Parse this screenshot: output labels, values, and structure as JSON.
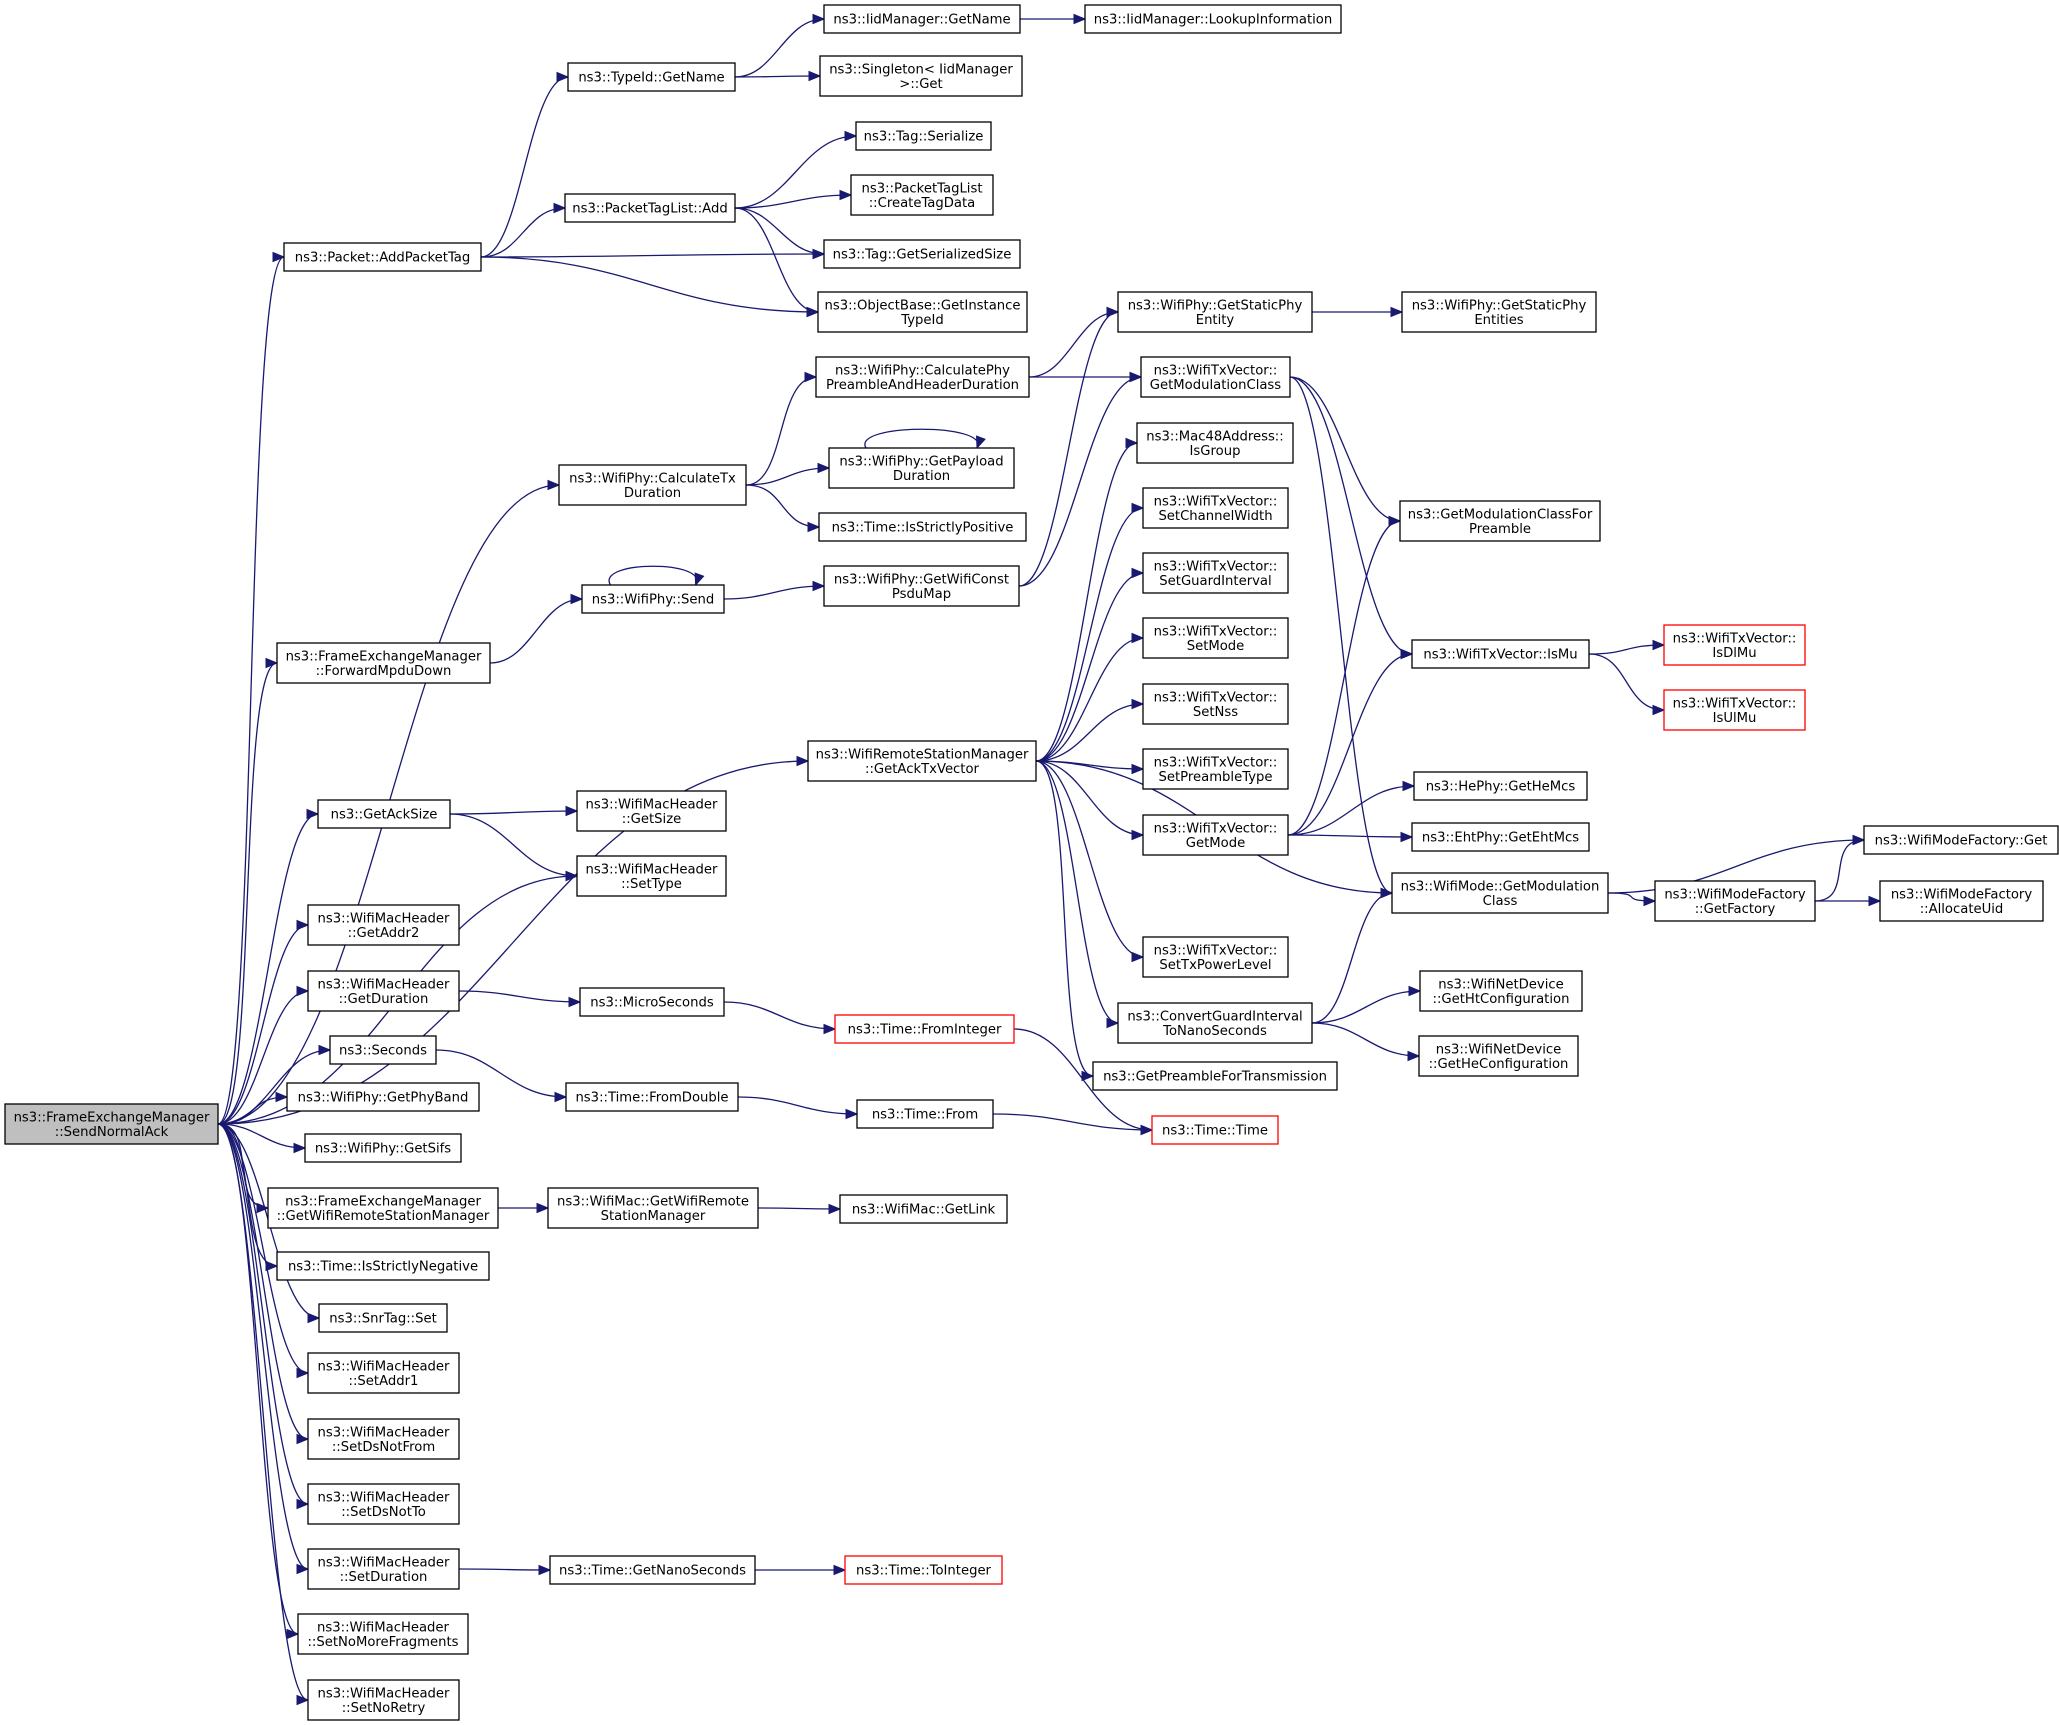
{
  "colors": {
    "edge": "#191970",
    "root_fill": "#bfbfbf",
    "red_border": "#ff0000"
  },
  "nodes": [
    {
      "id": "root",
      "lines": [
        "ns3::FrameExchangeManager",
        "::SendNormalAck"
      ],
      "style": "root"
    },
    {
      "id": "addPacketTag",
      "lines": [
        "ns3::Packet::AddPacketTag"
      ]
    },
    {
      "id": "typeIdGetName",
      "lines": [
        "ns3::TypeId::GetName"
      ]
    },
    {
      "id": "iidGetName",
      "lines": [
        "ns3::IidManager::GetName"
      ]
    },
    {
      "id": "iidLookup",
      "lines": [
        "ns3::IidManager::LookupInformation"
      ]
    },
    {
      "id": "singletonGet",
      "lines": [
        "ns3::Singleton< IidManager",
        ">::Get"
      ]
    },
    {
      "id": "tagSerialize",
      "lines": [
        "ns3::Tag::Serialize"
      ]
    },
    {
      "id": "packetTagListAdd",
      "lines": [
        "ns3::PacketTagList::Add"
      ]
    },
    {
      "id": "createTagData",
      "lines": [
        "ns3::PacketTagList",
        "::CreateTagData"
      ]
    },
    {
      "id": "tagGetSerializedSize",
      "lines": [
        "ns3::Tag::GetSerializedSize"
      ]
    },
    {
      "id": "objectBaseGetInstance",
      "lines": [
        "ns3::ObjectBase::GetInstance",
        "TypeId"
      ]
    },
    {
      "id": "getStaticPhyEntity",
      "lines": [
        "ns3::WifiPhy::GetStaticPhy",
        "Entity"
      ]
    },
    {
      "id": "getStaticPhyEntities",
      "lines": [
        "ns3::WifiPhy::GetStaticPhy",
        "Entities"
      ]
    },
    {
      "id": "calcPhyPreamble",
      "lines": [
        "ns3::WifiPhy::CalculatePhy",
        "PreambleAndHeaderDuration"
      ]
    },
    {
      "id": "txVecGetModClass",
      "lines": [
        "ns3::WifiTxVector::",
        "GetModulationClass"
      ]
    },
    {
      "id": "getPayloadDuration",
      "lines": [
        "ns3::WifiPhy::GetPayload",
        "Duration"
      ]
    },
    {
      "id": "mac48IsGroup",
      "lines": [
        "ns3::Mac48Address::",
        "IsGroup"
      ]
    },
    {
      "id": "calcTxDuration",
      "lines": [
        "ns3::WifiPhy::CalculateTx",
        "Duration"
      ]
    },
    {
      "id": "timeIsStrictlyPositive",
      "lines": [
        "ns3::Time::IsStrictlyPositive"
      ]
    },
    {
      "id": "setChannelWidth",
      "lines": [
        "ns3::WifiTxVector::",
        "SetChannelWidth"
      ]
    },
    {
      "id": "getModClassForPreamble",
      "lines": [
        "ns3::GetModulationClassFor",
        "Preamble"
      ]
    },
    {
      "id": "wifiPhySend",
      "lines": [
        "ns3::WifiPhy::Send"
      ]
    },
    {
      "id": "getWifiConstPsduMap",
      "lines": [
        "ns3::WifiPhy::GetWifiConst",
        "PsduMap"
      ]
    },
    {
      "id": "setGuardInterval",
      "lines": [
        "ns3::WifiTxVector::",
        "SetGuardInterval"
      ]
    },
    {
      "id": "forwardMpduDown",
      "lines": [
        "ns3::FrameExchangeManager",
        "::ForwardMpduDown"
      ]
    },
    {
      "id": "setMode",
      "lines": [
        "ns3::WifiTxVector::",
        "SetMode"
      ]
    },
    {
      "id": "isMu",
      "lines": [
        "ns3::WifiTxVector::IsMu"
      ]
    },
    {
      "id": "isDlMu",
      "lines": [
        "ns3::WifiTxVector::",
        "IsDlMu"
      ],
      "style": "red"
    },
    {
      "id": "setNss",
      "lines": [
        "ns3::WifiTxVector::",
        "SetNss"
      ]
    },
    {
      "id": "isUlMu",
      "lines": [
        "ns3::WifiTxVector::",
        "IsUlMu"
      ],
      "style": "red"
    },
    {
      "id": "getAckTxVector",
      "lines": [
        "ns3::WifiRemoteStationManager",
        "::GetAckTxVector"
      ]
    },
    {
      "id": "setPreambleType",
      "lines": [
        "ns3::WifiTxVector::",
        "SetPreambleType"
      ]
    },
    {
      "id": "hePhyGetHeMcs",
      "lines": [
        "ns3::HePhy::GetHeMcs"
      ]
    },
    {
      "id": "getAckSize",
      "lines": [
        "ns3::GetAckSize"
      ]
    },
    {
      "id": "macHdrGetSize",
      "lines": [
        "ns3::WifiMacHeader",
        "::GetSize"
      ]
    },
    {
      "id": "txVecGetMode",
      "lines": [
        "ns3::WifiTxVector::",
        "GetMode"
      ]
    },
    {
      "id": "ehtPhyGetEhtMcs",
      "lines": [
        "ns3::EhtPhy::GetEhtMcs"
      ]
    },
    {
      "id": "wifiModeFactoryGet",
      "lines": [
        "ns3::WifiModeFactory::Get"
      ]
    },
    {
      "id": "macHdrSetType",
      "lines": [
        "ns3::WifiMacHeader",
        "::SetType"
      ]
    },
    {
      "id": "wifiModeGetModClass",
      "lines": [
        "ns3::WifiMode::GetModulation",
        "Class"
      ]
    },
    {
      "id": "wifiModeFactoryGetFactory",
      "lines": [
        "ns3::WifiModeFactory",
        "::GetFactory"
      ]
    },
    {
      "id": "wifiModeFactoryAllocateUid",
      "lines": [
        "ns3::WifiModeFactory",
        "::AllocateUid"
      ]
    },
    {
      "id": "macHdrGetAddr2",
      "lines": [
        "ns3::WifiMacHeader",
        "::GetAddr2"
      ]
    },
    {
      "id": "setTxPowerLevel",
      "lines": [
        "ns3::WifiTxVector::",
        "SetTxPowerLevel"
      ]
    },
    {
      "id": "macHdrGetDuration",
      "lines": [
        "ns3::WifiMacHeader",
        "::GetDuration"
      ]
    },
    {
      "id": "microSeconds",
      "lines": [
        "ns3::MicroSeconds"
      ]
    },
    {
      "id": "convertGuardInterval",
      "lines": [
        "ns3::ConvertGuardInterval",
        "ToNanoSeconds"
      ]
    },
    {
      "id": "getHtConfiguration",
      "lines": [
        "ns3::WifiNetDevice",
        "::GetHtConfiguration"
      ]
    },
    {
      "id": "timeFromInteger",
      "lines": [
        "ns3::Time::FromInteger"
      ],
      "style": "red"
    },
    {
      "id": "seconds",
      "lines": [
        "ns3::Seconds"
      ]
    },
    {
      "id": "getHeConfiguration",
      "lines": [
        "ns3::WifiNetDevice",
        "::GetHeConfiguration"
      ]
    },
    {
      "id": "getPreambleForTransmission",
      "lines": [
        "ns3::GetPreambleForTransmission"
      ]
    },
    {
      "id": "wifiPhyGetPhyBand",
      "lines": [
        "ns3::WifiPhy::GetPhyBand"
      ]
    },
    {
      "id": "timeFromDouble",
      "lines": [
        "ns3::Time::FromDouble"
      ]
    },
    {
      "id": "timeFrom",
      "lines": [
        "ns3::Time::From"
      ]
    },
    {
      "id": "timeTime",
      "lines": [
        "ns3::Time::Time"
      ],
      "style": "red"
    },
    {
      "id": "wifiPhyGetSifs",
      "lines": [
        "ns3::WifiPhy::GetSifs"
      ]
    },
    {
      "id": "getWifiRemoteStationManager",
      "lines": [
        "ns3::FrameExchangeManager",
        "::GetWifiRemoteStationManager"
      ]
    },
    {
      "id": "wifiMacGetWifiRemote",
      "lines": [
        "ns3::WifiMac::GetWifiRemote",
        "StationManager"
      ]
    },
    {
      "id": "wifiMacGetLink",
      "lines": [
        "ns3::WifiMac::GetLink"
      ]
    },
    {
      "id": "timeIsStrictlyNegative",
      "lines": [
        "ns3::Time::IsStrictlyNegative"
      ]
    },
    {
      "id": "snrTagSet",
      "lines": [
        "ns3::SnrTag::Set"
      ]
    },
    {
      "id": "macHdrSetAddr1",
      "lines": [
        "ns3::WifiMacHeader",
        "::SetAddr1"
      ]
    },
    {
      "id": "macHdrSetDsNotFrom",
      "lines": [
        "ns3::WifiMacHeader",
        "::SetDsNotFrom"
      ]
    },
    {
      "id": "macHdrSetDsNotTo",
      "lines": [
        "ns3::WifiMacHeader",
        "::SetDsNotTo"
      ]
    },
    {
      "id": "macHdrSetDuration",
      "lines": [
        "ns3::WifiMacHeader",
        "::SetDuration"
      ]
    },
    {
      "id": "timeGetNanoSeconds",
      "lines": [
        "ns3::Time::GetNanoSeconds"
      ]
    },
    {
      "id": "timeToInteger",
      "lines": [
        "ns3::Time::ToInteger"
      ],
      "style": "red"
    },
    {
      "id": "macHdrSetNoMoreFragments",
      "lines": [
        "ns3::WifiMacHeader",
        "::SetNoMoreFragments"
      ]
    },
    {
      "id": "macHdrSetNoRetry",
      "lines": [
        "ns3::WifiMacHeader",
        "::SetNoRetry"
      ]
    }
  ],
  "edges": [
    [
      "root",
      "addPacketTag"
    ],
    [
      "root",
      "calcTxDuration"
    ],
    [
      "root",
      "forwardMpduDown"
    ],
    [
      "root",
      "getAckTxVector"
    ],
    [
      "root",
      "getAckSize"
    ],
    [
      "root",
      "macHdrSetType"
    ],
    [
      "root",
      "macHdrGetAddr2"
    ],
    [
      "root",
      "macHdrGetDuration"
    ],
    [
      "root",
      "seconds"
    ],
    [
      "root",
      "wifiPhyGetPhyBand"
    ],
    [
      "root",
      "wifiPhyGetSifs"
    ],
    [
      "root",
      "getWifiRemoteStationManager"
    ],
    [
      "root",
      "timeIsStrictlyNegative"
    ],
    [
      "root",
      "snrTagSet"
    ],
    [
      "root",
      "macHdrSetAddr1"
    ],
    [
      "root",
      "macHdrSetDsNotFrom"
    ],
    [
      "root",
      "macHdrSetDsNotTo"
    ],
    [
      "root",
      "macHdrSetDuration"
    ],
    [
      "root",
      "macHdrSetNoMoreFragments"
    ],
    [
      "root",
      "macHdrSetNoRetry"
    ],
    [
      "addPacketTag",
      "typeIdGetName"
    ],
    [
      "addPacketTag",
      "packetTagListAdd"
    ],
    [
      "addPacketTag",
      "tagGetSerializedSize"
    ],
    [
      "addPacketTag",
      "objectBaseGetInstance"
    ],
    [
      "typeIdGetName",
      "iidGetName"
    ],
    [
      "typeIdGetName",
      "singletonGet"
    ],
    [
      "iidGetName",
      "iidLookup"
    ],
    [
      "packetTagListAdd",
      "tagSerialize"
    ],
    [
      "packetTagListAdd",
      "createTagData"
    ],
    [
      "packetTagListAdd",
      "tagGetSerializedSize"
    ],
    [
      "packetTagListAdd",
      "objectBaseGetInstance"
    ],
    [
      "calcTxDuration",
      "calcPhyPreamble"
    ],
    [
      "calcTxDuration",
      "getPayloadDuration"
    ],
    [
      "calcTxDuration",
      "timeIsStrictlyPositive"
    ],
    [
      "calcPhyPreamble",
      "getStaticPhyEntity"
    ],
    [
      "calcPhyPreamble",
      "txVecGetModClass"
    ],
    [
      "getStaticPhyEntity",
      "getStaticPhyEntities"
    ],
    [
      "getPayloadDuration",
      "getPayloadDuration"
    ],
    [
      "txVecGetModClass",
      "getModClassForPreamble"
    ],
    [
      "txVecGetModClass",
      "isMu"
    ],
    [
      "txVecGetModClass",
      "wifiModeGetModClass"
    ],
    [
      "forwardMpduDown",
      "wifiPhySend"
    ],
    [
      "wifiPhySend",
      "wifiPhySend"
    ],
    [
      "wifiPhySend",
      "getWifiConstPsduMap"
    ],
    [
      "getWifiConstPsduMap",
      "getStaticPhyEntity"
    ],
    [
      "getWifiConstPsduMap",
      "txVecGetModClass"
    ],
    [
      "getAckTxVector",
      "mac48IsGroup"
    ],
    [
      "getAckTxVector",
      "setChannelWidth"
    ],
    [
      "getAckTxVector",
      "setGuardInterval"
    ],
    [
      "getAckTxVector",
      "setMode"
    ],
    [
      "getAckTxVector",
      "setNss"
    ],
    [
      "getAckTxVector",
      "setPreambleType"
    ],
    [
      "getAckTxVector",
      "txVecGetMode"
    ],
    [
      "getAckTxVector",
      "wifiModeGetModClass"
    ],
    [
      "getAckTxVector",
      "setTxPowerLevel"
    ],
    [
      "getAckTxVector",
      "convertGuardInterval"
    ],
    [
      "getAckTxVector",
      "getPreambleForTransmission"
    ],
    [
      "isMu",
      "isDlMu"
    ],
    [
      "isMu",
      "isUlMu"
    ],
    [
      "txVecGetMode",
      "getModClassForPreamble"
    ],
    [
      "txVecGetMode",
      "isMu"
    ],
    [
      "txVecGetMode",
      "hePhyGetHeMcs"
    ],
    [
      "txVecGetMode",
      "ehtPhyGetEhtMcs"
    ],
    [
      "wifiModeGetModClass",
      "wifiModeFactoryGet"
    ],
    [
      "wifiModeGetModClass",
      "wifiModeFactoryGetFactory"
    ],
    [
      "wifiModeFactoryGetFactory",
      "wifiModeFactoryGet"
    ],
    [
      "wifiModeFactoryGetFactory",
      "wifiModeFactoryAllocateUid"
    ],
    [
      "convertGuardInterval",
      "wifiModeGetModClass"
    ],
    [
      "convertGuardInterval",
      "getHtConfiguration"
    ],
    [
      "convertGuardInterval",
      "getHeConfiguration"
    ],
    [
      "getAckSize",
      "macHdrGetSize"
    ],
    [
      "getAckSize",
      "macHdrSetType"
    ],
    [
      "macHdrGetDuration",
      "microSeconds"
    ],
    [
      "microSeconds",
      "timeFromInteger"
    ],
    [
      "timeFromInteger",
      "timeTime"
    ],
    [
      "seconds",
      "timeFromDouble"
    ],
    [
      "timeFromDouble",
      "timeFrom"
    ],
    [
      "timeFrom",
      "timeTime"
    ],
    [
      "getWifiRemoteStationManager",
      "wifiMacGetWifiRemote"
    ],
    [
      "wifiMacGetWifiRemote",
      "wifiMacGetLink"
    ],
    [
      "macHdrSetDuration",
      "timeGetNanoSeconds"
    ],
    [
      "timeGetNanoSeconds",
      "timeToInteger"
    ]
  ]
}
